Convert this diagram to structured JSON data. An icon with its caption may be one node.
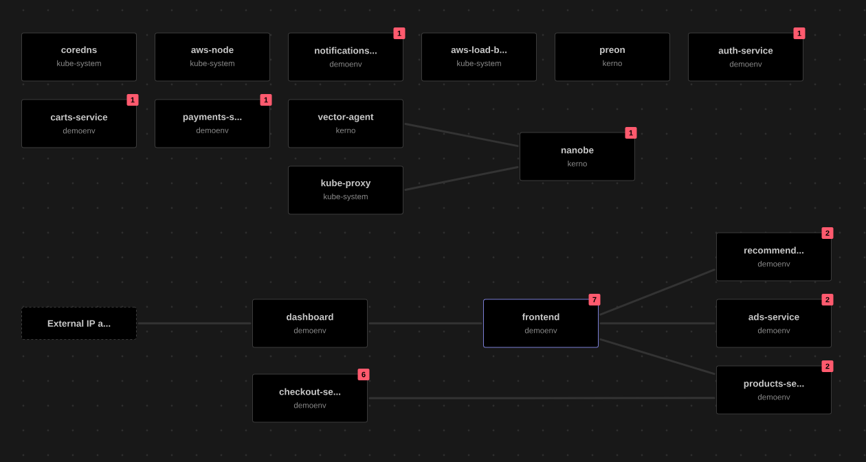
{
  "diagram": {
    "nodes": [
      {
        "text": [
          "coredns",
          "kube-system"
        ]
      },
      {
        "text": [
          "aws-node",
          "kube-system"
        ]
      },
      {
        "text": [
          "notifications...",
          "demoenv",
          "1"
        ]
      },
      {
        "text": [
          "aws-load-b...",
          "kube-system"
        ]
      },
      {
        "text": [
          "preon",
          "kerno"
        ]
      },
      {
        "text": [
          "auth-service",
          "demoenv",
          "1"
        ]
      },
      {
        "text": [
          "carts-service",
          "demoenv",
          "1"
        ]
      },
      {
        "text": [
          "payments-s...",
          "demoenv",
          "1"
        ]
      },
      {
        "text": [
          "vector-agent",
          "kerno"
        ]
      },
      {
        "text": [
          "nanobe",
          "kerno",
          "1"
        ]
      },
      {
        "text": [
          "kube-proxy",
          "kube-system"
        ]
      },
      {
        "text": [
          "recommend...",
          "demoenv",
          "2"
        ]
      },
      {
        "text": [
          "External IP a..."
        ]
      },
      {
        "text": [
          "dashboard",
          "demoenv"
        ]
      },
      {
        "text": [
          "frontend",
          "demoenv",
          "7"
        ]
      },
      {
        "text": [
          "ads-service",
          "demoenv",
          "2"
        ]
      },
      {
        "text": [
          "checkout-se...",
          "demoenv",
          "6"
        ]
      },
      {
        "text": [
          "products-se...",
          "demoenv",
          "2"
        ]
      }
    ],
    "edges": [
      {
        "from": 8,
        "to": 9,
        "arrow": "none"
      },
      {
        "from": 10,
        "to": 9,
        "arrow": "none"
      },
      {
        "from": 12,
        "to": 13,
        "arrow": "none"
      },
      {
        "from": 13,
        "to": 14,
        "arrow": "none"
      },
      {
        "from": 14,
        "to": 11,
        "arrow": "none"
      },
      {
        "from": 14,
        "to": 15,
        "arrow": "none"
      },
      {
        "from": 14,
        "to": 17,
        "arrow": "none"
      },
      {
        "from": 16,
        "to": 17,
        "arrow": "none"
      }
    ]
  }
}
